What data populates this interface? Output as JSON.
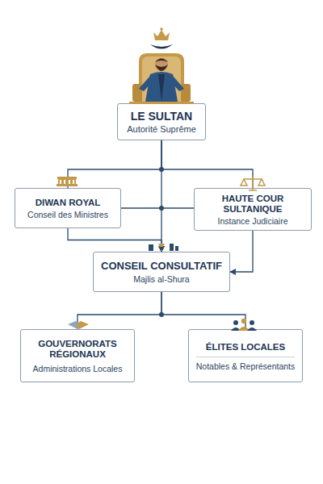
{
  "diagram": {
    "nodes": [
      {
        "text": [
          "LE SULTAN",
          "Autorité Suprême"
        ]
      },
      {
        "text": [
          "DIWAN ROYAL",
          "Conseil des Ministres"
        ]
      },
      {
        "text": [
          "HAUTE COUR SULTANIQUE",
          "Instance Judiciaire"
        ]
      },
      {
        "text": [
          "CONSEIL CONSULTATIF",
          "Majlis al-Shura"
        ]
      },
      {
        "text": [
          "GOUVERNORATS RÉGIONAUX",
          "Administrations Locales"
        ]
      },
      {
        "text": [
          "ÉLITES LOCALES",
          "Notables & Représentants"
        ]
      }
    ],
    "edges": [
      {
        "from": 0,
        "to": 1,
        "arrow": "none"
      },
      {
        "from": 0,
        "to": 2,
        "arrow": "none"
      },
      {
        "from": 0,
        "to": 3,
        "arrow": "to"
      },
      {
        "from": 1,
        "to": 2,
        "arrow": "none"
      },
      {
        "from": 1,
        "to": 3,
        "arrow": "to"
      },
      {
        "from": 2,
        "to": 3,
        "arrow": "to"
      },
      {
        "from": 3,
        "to": 4,
        "arrow": "none"
      },
      {
        "from": 3,
        "to": 5,
        "arrow": "none"
      }
    ]
  }
}
